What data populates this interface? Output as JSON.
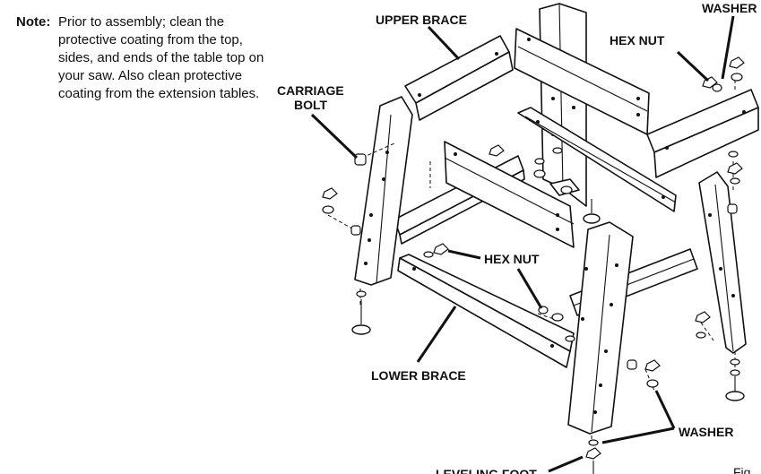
{
  "note": {
    "label": "Note:",
    "text": "Prior to assembly; clean the protective coating from the top, sides, and ends of the table top on your saw. Also clean protective coating from the extension tables."
  },
  "callouts": {
    "upper_brace": "UPPER BRACE",
    "washer_top": "WASHER",
    "hex_nut_top": "HEX NUT",
    "carriage_bolt_line1": "CARRIAGE",
    "carriage_bolt_line2": "BOLT",
    "hex_nut_mid": "HEX NUT",
    "lower_brace": "LOWER BRACE",
    "washer_bottom": "WASHER",
    "leveling_foot": "LEVELING FOOT",
    "fig": "Fig"
  },
  "colors": {
    "ink": "#111111",
    "paper": "#ffffff"
  }
}
